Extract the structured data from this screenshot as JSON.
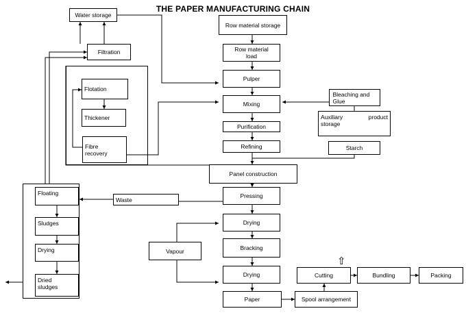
{
  "title": "THE PAPER MANUFACTURING CHAIN",
  "boxes": {
    "water_storage": "Water storage",
    "filtration": "Filtration",
    "flotation": "Flotation",
    "thickener": "Thickener",
    "fibre_recovery": "Fibre recovery",
    "raw_material_storage": "Row material storage",
    "raw_material_load": "Row material load",
    "pulper": "Pulper",
    "mixing": "Mixing",
    "purification": "Purification",
    "refining": "Refining",
    "bleaching_glue": "Bleaching and Glue",
    "auxiliary_storage_a": "Auxiliary",
    "auxiliary_storage_b": "product",
    "auxiliary_storage_c": "storage",
    "starch": "Starch",
    "panel_construction": "Panel construction",
    "pressing": "Pressing",
    "waste": "Waste",
    "floating": "Floating",
    "sludges": "Sludges",
    "drying_sludge": "Drying",
    "dried_sludges": "Dried sludges",
    "drying_1": "Drying",
    "vapour": "Vapour",
    "bracking": "Bracking",
    "drying_2": "Drying",
    "paper": "Paper",
    "spool_arrangement": "Spool arrangement",
    "cutting": "Cutting",
    "bundling": "Bundling",
    "packing": "Packing"
  },
  "icons": {
    "up_arrow": "⇧"
  }
}
